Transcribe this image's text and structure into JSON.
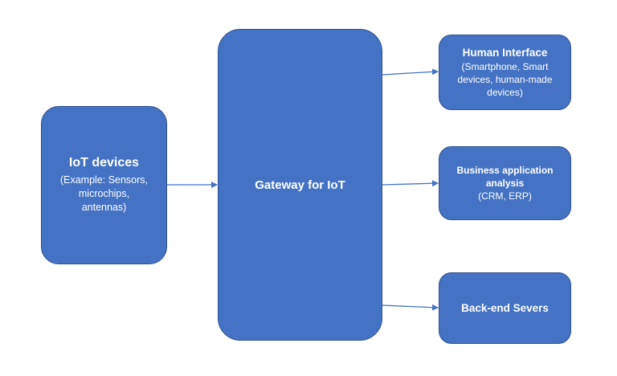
{
  "iot_devices": {
    "title": "IoT devices",
    "detail_lines": [
      "(Example: Sensors,",
      "microchips,",
      "antennas)"
    ]
  },
  "gateway": {
    "title": "Gateway for IoT"
  },
  "human_interface": {
    "title": "Human Interface",
    "detail_lines": [
      "(Smartphone, Smart",
      "devices, human-made",
      "devices)"
    ]
  },
  "business_application": {
    "title_lines": [
      "Business application",
      "analysis"
    ],
    "detail_lines": [
      "(CRM, ERP)"
    ]
  },
  "backend_servers": {
    "title": "Back-end Severs"
  },
  "colors": {
    "box_fill": "#4472c4",
    "box_border": "#2f528f",
    "arrow": "#4472c4",
    "text": "#ffffff"
  }
}
